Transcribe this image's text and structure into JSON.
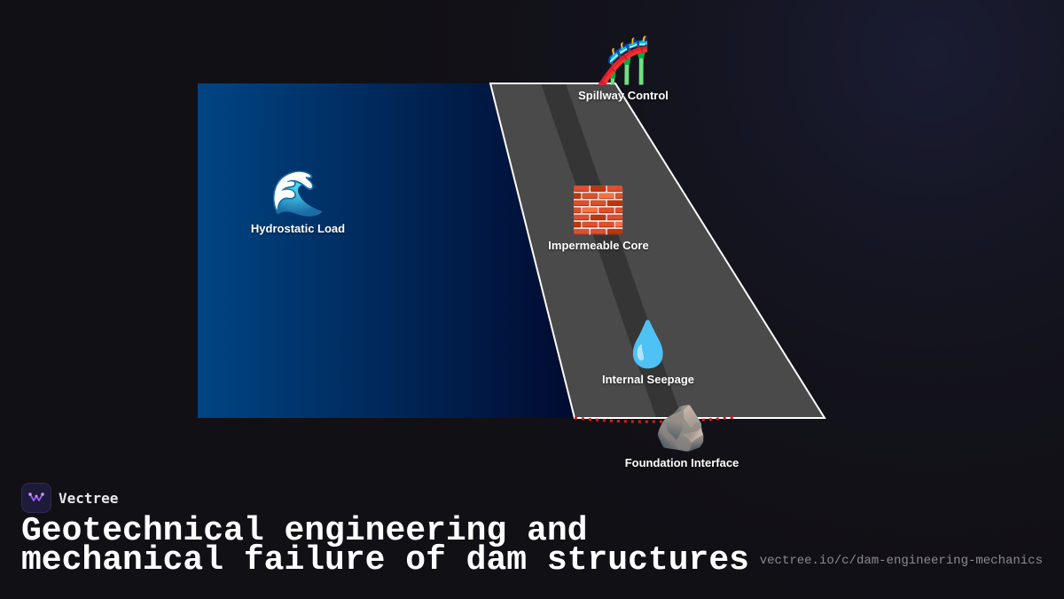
{
  "brand": {
    "name": "Vectree"
  },
  "title": {
    "line1": "Geotechnical engineering and",
    "line2": "mechanical failure of dam structures"
  },
  "url": "vectree.io/c/dam-engineering-mechanics",
  "colors": {
    "background": "#111015",
    "water_dark": "#000a2e",
    "water_light": "#004584",
    "dam_body": "#4a4a4a",
    "dam_core": "#353535",
    "dam_outline": "#ffffff",
    "foundation_line": "#e01919",
    "brand_accent": "#9b5cf0"
  },
  "nodes": [
    {
      "id": "spillway",
      "emoji": "🎢",
      "icon": "roller-coaster-icon",
      "label": "Spillway Control"
    },
    {
      "id": "hydrostatic",
      "emoji": "🌊",
      "icon": "wave-icon",
      "label": "Hydrostatic Load"
    },
    {
      "id": "core",
      "emoji": "🧱",
      "icon": "brick-icon",
      "label": "Impermeable Core"
    },
    {
      "id": "seepage",
      "emoji": "💧",
      "icon": "droplet-icon",
      "label": "Internal Seepage"
    },
    {
      "id": "foundation",
      "emoji": "🪨",
      "icon": "rock-icon",
      "label": "Foundation Interface"
    }
  ]
}
